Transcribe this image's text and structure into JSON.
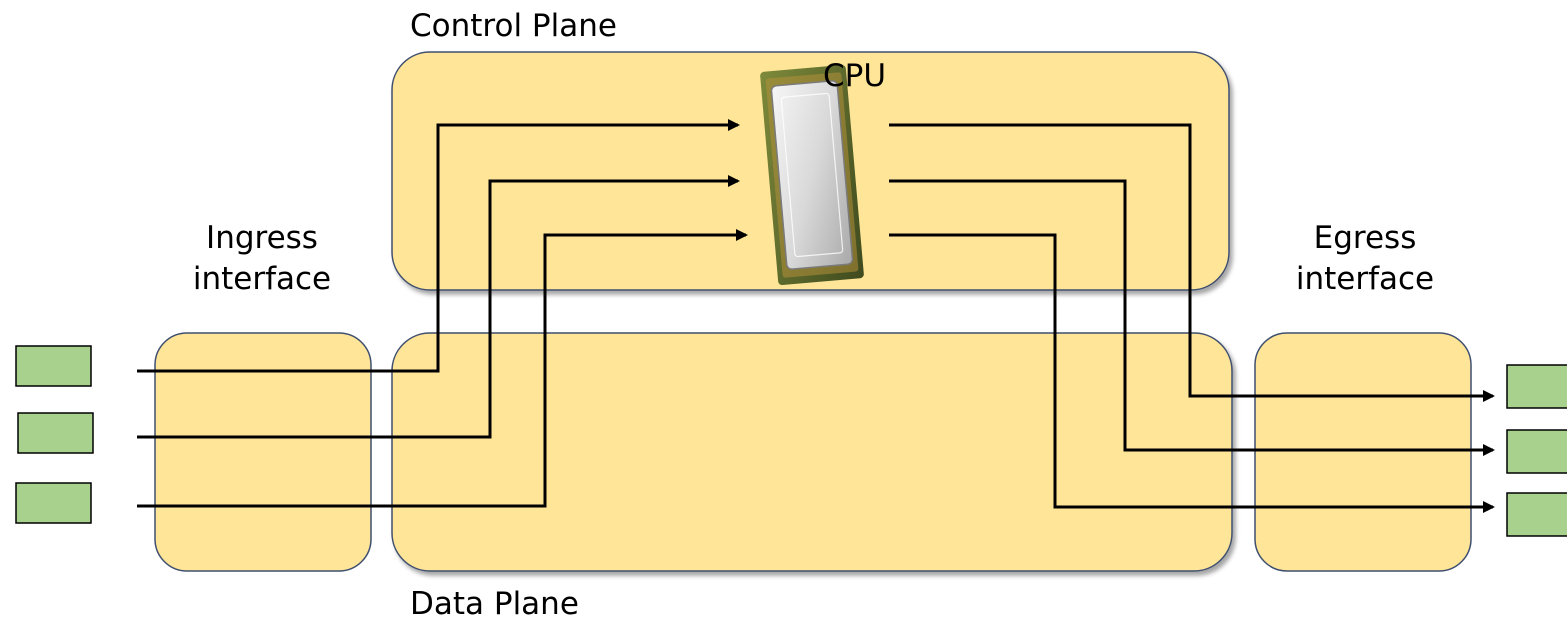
{
  "labels": {
    "control_plane": "Control Plane",
    "cpu": "CPU",
    "ingress_line1": "Ingress",
    "ingress_line2": "interface",
    "egress_line1": "Egress",
    "egress_line2": "interface",
    "data_plane": "Data Plane"
  },
  "colors": {
    "panel_fill": "#fee597",
    "panel_stroke": "#3f4f6f",
    "packet_fill": "#a9d18e",
    "packet_stroke": "#000000",
    "wire": "#000000"
  },
  "icons": {
    "cpu": "cpu-chip-icon",
    "packet": "packet-icon",
    "arrow": "arrow-head-icon"
  }
}
